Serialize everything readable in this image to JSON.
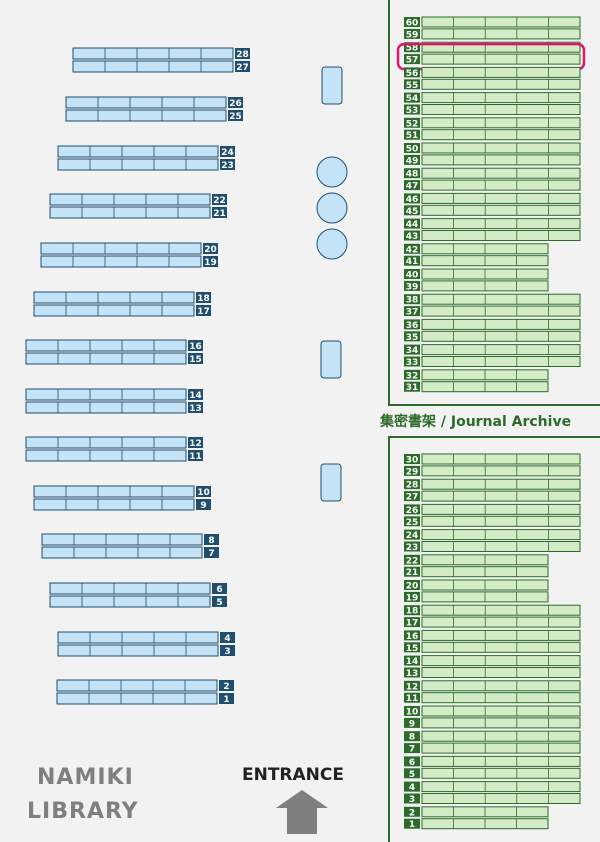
{
  "library_name_line1": "NAMIKI",
  "library_name_line2": "LIBRARY",
  "entrance_label": "ENTRANCE",
  "archive_label": "集密書架 / Journal Archive",
  "highlighted_shelf": "57",
  "left_shelves": [
    "1",
    "2",
    "3",
    "4",
    "5",
    "6",
    "7",
    "8",
    "9",
    "10",
    "11",
    "12",
    "13",
    "14",
    "15",
    "16",
    "17",
    "18",
    "19",
    "20",
    "21",
    "22",
    "23",
    "24",
    "25",
    "26",
    "27",
    "28"
  ],
  "archive_upper": [
    "31",
    "32",
    "33",
    "34",
    "35",
    "36",
    "37",
    "38",
    "39",
    "40",
    "41",
    "42",
    "43",
    "44",
    "45",
    "46",
    "47",
    "48",
    "49",
    "50",
    "51",
    "52",
    "53",
    "54",
    "55",
    "56",
    "57",
    "58",
    "59",
    "60"
  ],
  "archive_lower": [
    "1",
    "2",
    "3",
    "4",
    "5",
    "6",
    "7",
    "8",
    "9",
    "10",
    "11",
    "12",
    "13",
    "14",
    "15",
    "16",
    "17",
    "18",
    "19",
    "20",
    "21",
    "22",
    "23",
    "24",
    "25",
    "26",
    "27",
    "28",
    "29",
    "30"
  ],
  "colors": {
    "highlight": "#e0156b",
    "shelf_blue": "#c5e3f7",
    "shelf_green": "#d3ecc7",
    "label_blue": "#1f4e6e",
    "label_green": "#2d6b2a"
  }
}
